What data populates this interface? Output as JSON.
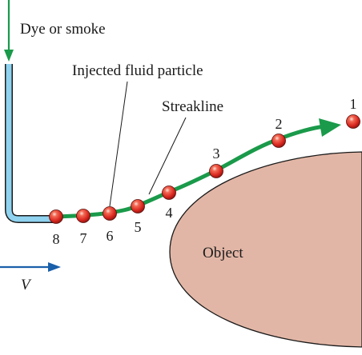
{
  "labels": {
    "dye": "Dye or smoke",
    "injected": "Injected fluid particle",
    "streakline": "Streakline",
    "object": "Object",
    "velocity": "V"
  },
  "particles": [
    {
      "label": "1"
    },
    {
      "label": "2"
    },
    {
      "label": "3"
    },
    {
      "label": "4"
    },
    {
      "label": "5"
    },
    {
      "label": "6"
    },
    {
      "label": "7"
    },
    {
      "label": "8"
    }
  ],
  "colors": {
    "object_fill": "#e2b6a6",
    "streakline": "#1a9a4a",
    "tube": "#8fd3f0",
    "particle": "#e8302a",
    "arrow_blue": "#1a5faa"
  }
}
